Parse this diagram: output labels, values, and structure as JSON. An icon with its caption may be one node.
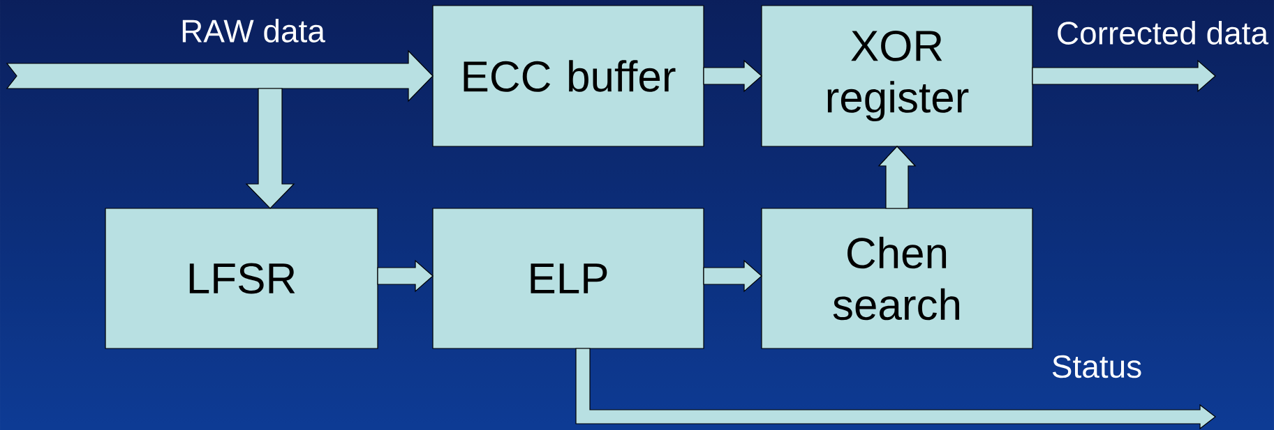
{
  "diagram": {
    "nodes": [
      {
        "text": [
          "ECC buffer"
        ]
      },
      {
        "text": [
          "XOR register"
        ]
      },
      {
        "text": [
          "LFSR"
        ]
      },
      {
        "text": [
          "ELP"
        ]
      },
      {
        "text": [
          "Chen search"
        ]
      }
    ],
    "edges": [
      {
        "from": null,
        "to": 0,
        "arrow": "to",
        "label": "RAW data"
      },
      {
        "from": null,
        "to": 2,
        "arrow": "to"
      },
      {
        "from": 0,
        "to": 1,
        "arrow": "to"
      },
      {
        "from": 2,
        "to": 3,
        "arrow": "to"
      },
      {
        "from": 3,
        "to": 4,
        "arrow": "to"
      },
      {
        "from": 4,
        "to": 1,
        "arrow": "to"
      },
      {
        "from": 1,
        "to": null,
        "arrow": "to",
        "label": "Corrected data"
      },
      {
        "from": 3,
        "to": null,
        "arrow": "to",
        "label": "Status"
      }
    ]
  }
}
